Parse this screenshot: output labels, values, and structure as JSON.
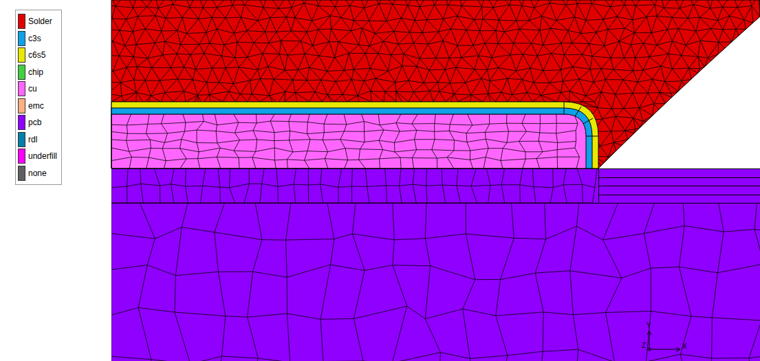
{
  "diagram": {
    "labels": [
      "Y",
      "Z",
      "X"
    ],
    "legend": [
      {
        "text": "Solder",
        "color": "#e00000"
      },
      {
        "text": "c3s",
        "color": "#10a0e8"
      },
      {
        "text": "c6s5",
        "color": "#e8e800"
      },
      {
        "text": "chip",
        "color": "#40d040"
      },
      {
        "text": "cu",
        "color": "#ff66ff"
      },
      {
        "text": "emc",
        "color": "#ffb080"
      },
      {
        "text": "pcb",
        "color": "#9000ff"
      },
      {
        "text": "rdl",
        "color": "#0080a8"
      },
      {
        "text": "underfill",
        "color": "#ff00ff"
      },
      {
        "text": "none",
        "color": "#606060"
      }
    ]
  }
}
